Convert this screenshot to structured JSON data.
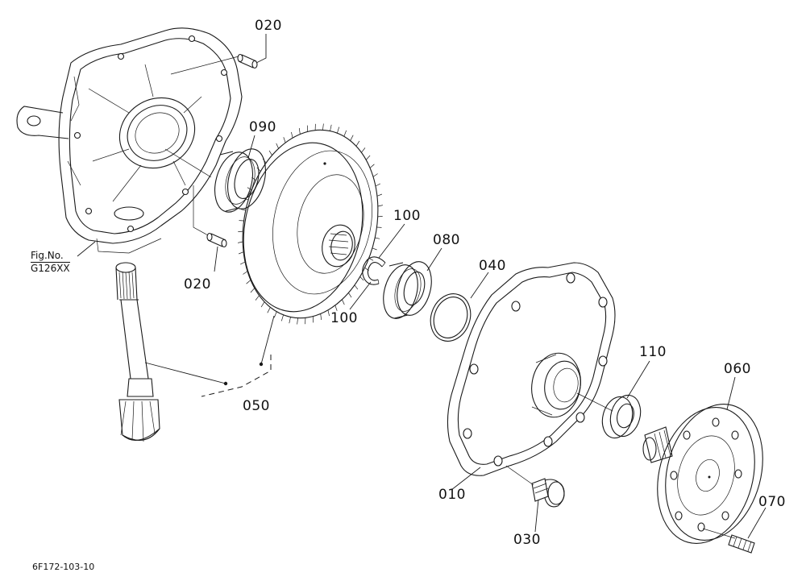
{
  "figure_reference": {
    "label": "Fig.No.",
    "code": "G126XX"
  },
  "drawing_id": "6F172-103-10",
  "callouts": [
    {
      "id": "020-top",
      "text": "020"
    },
    {
      "id": "090",
      "text": "090"
    },
    {
      "id": "020-bottom",
      "text": "020"
    },
    {
      "id": "100-top",
      "text": "100"
    },
    {
      "id": "080",
      "text": "080"
    },
    {
      "id": "040",
      "text": "040"
    },
    {
      "id": "100-bottom",
      "text": "100"
    },
    {
      "id": "050",
      "text": "050"
    },
    {
      "id": "110",
      "text": "110"
    },
    {
      "id": "060",
      "text": "060"
    },
    {
      "id": "010",
      "text": "010"
    },
    {
      "id": "070",
      "text": "070"
    },
    {
      "id": "030",
      "text": "030"
    }
  ]
}
